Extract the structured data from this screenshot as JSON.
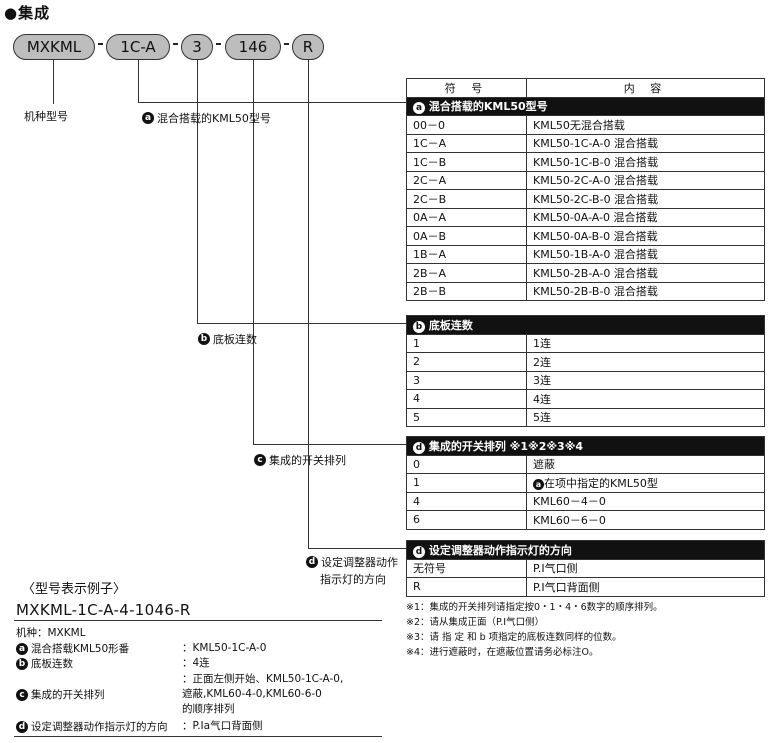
{
  "title": "●集成",
  "model_parts": [
    "MXKML",
    "1C-A",
    "3",
    "146",
    "R"
  ],
  "labels": {
    "machine_type": "机种型号",
    "a": {
      "bullet": "a",
      "text": "混合搭载的KML50型号"
    },
    "b": {
      "bullet": "b",
      "text": "底板连数"
    },
    "c": {
      "bullet": "c",
      "text": "集成的开关排列"
    },
    "d": {
      "bullet": "d",
      "text1": "设定调整器动作",
      "text2": "指示灯的方向"
    }
  },
  "table": {
    "header": {
      "symbol": "符 号",
      "content": "内 容"
    },
    "sections": [
      {
        "bullet": "a",
        "title": "混合搭载的KML50型号",
        "rows": [
          [
            "00－0",
            "KML50无混合搭载"
          ],
          [
            "1C－A",
            "KML50-1C-A-0 混合搭载"
          ],
          [
            "1C－B",
            "KML50-1C-B-0 混合搭载"
          ],
          [
            "2C－A",
            "KML50-2C-A-0 混合搭载"
          ],
          [
            "2C－B",
            "KML50-2C-B-0 混合搭载"
          ],
          [
            "0A－A",
            "KML50-0A-A-0 混合搭载"
          ],
          [
            "0A－B",
            "KML50-0A-B-0 混合搭载"
          ],
          [
            "1B－A",
            "KML50-1B-A-0 混合搭载"
          ],
          [
            "2B－A",
            "KML50-2B-A-0 混合搭载"
          ],
          [
            "2B－B",
            "KML50-2B-B-0 混合搭载"
          ]
        ]
      },
      {
        "bullet": "b",
        "title": "底板连数",
        "rows": [
          [
            "1",
            "1连"
          ],
          [
            "2",
            "2连"
          ],
          [
            "3",
            "3连"
          ],
          [
            "4",
            "4连"
          ],
          [
            "5",
            "5连"
          ]
        ]
      },
      {
        "bullet": "d",
        "title": "集成的开关排列 ※1※2※3※4",
        "rows": [
          [
            "0",
            "遮蔽"
          ],
          [
            "1",
            "在项中指定的KML50型"
          ],
          [
            "4",
            "KML60－4－0"
          ],
          [
            "6",
            "KML60－6－0"
          ]
        ]
      },
      {
        "bullet": "d",
        "title": "设定调整器动作指示灯的方向",
        "rows": [
          [
            "无符号",
            "P.I气口侧"
          ],
          [
            "R",
            "P.I气口背面侧"
          ]
        ]
      }
    ]
  },
  "row_bullet": "a",
  "notes": [
    "※1：集成的开关排列请指定按0・1・4・6数字的顺序排列。",
    "※2：请从集成正面（P.I气口侧）",
    "※3：请 指 定 和 b 项指定的底板连数同样的位数。",
    "※4：进行遮蔽时，在遮蔽位置请务必标注O。"
  ],
  "example": {
    "heading": "〈型号表示例子〉",
    "model": "MXKML-1C-A-4-1046-R",
    "machine": "机种：MXKML",
    "rows": [
      {
        "bullet": "a",
        "key": "混合搭载KML50形番",
        "value": "：KML50-1C-A-0"
      },
      {
        "bullet": "b",
        "key": "底板连数",
        "value": "：4连"
      },
      {
        "bullet": "c",
        "key": "集成的开关排列",
        "value": "：正面左侧开始、KML50-1C-A-0,\n  遮蔽,KML60-4-0,KML60-6-0\n  的顺序排列"
      },
      {
        "bullet": "d",
        "key": "设定调整器动作指示灯的方向",
        "value": "：P.Ia气口背面侧"
      }
    ]
  }
}
